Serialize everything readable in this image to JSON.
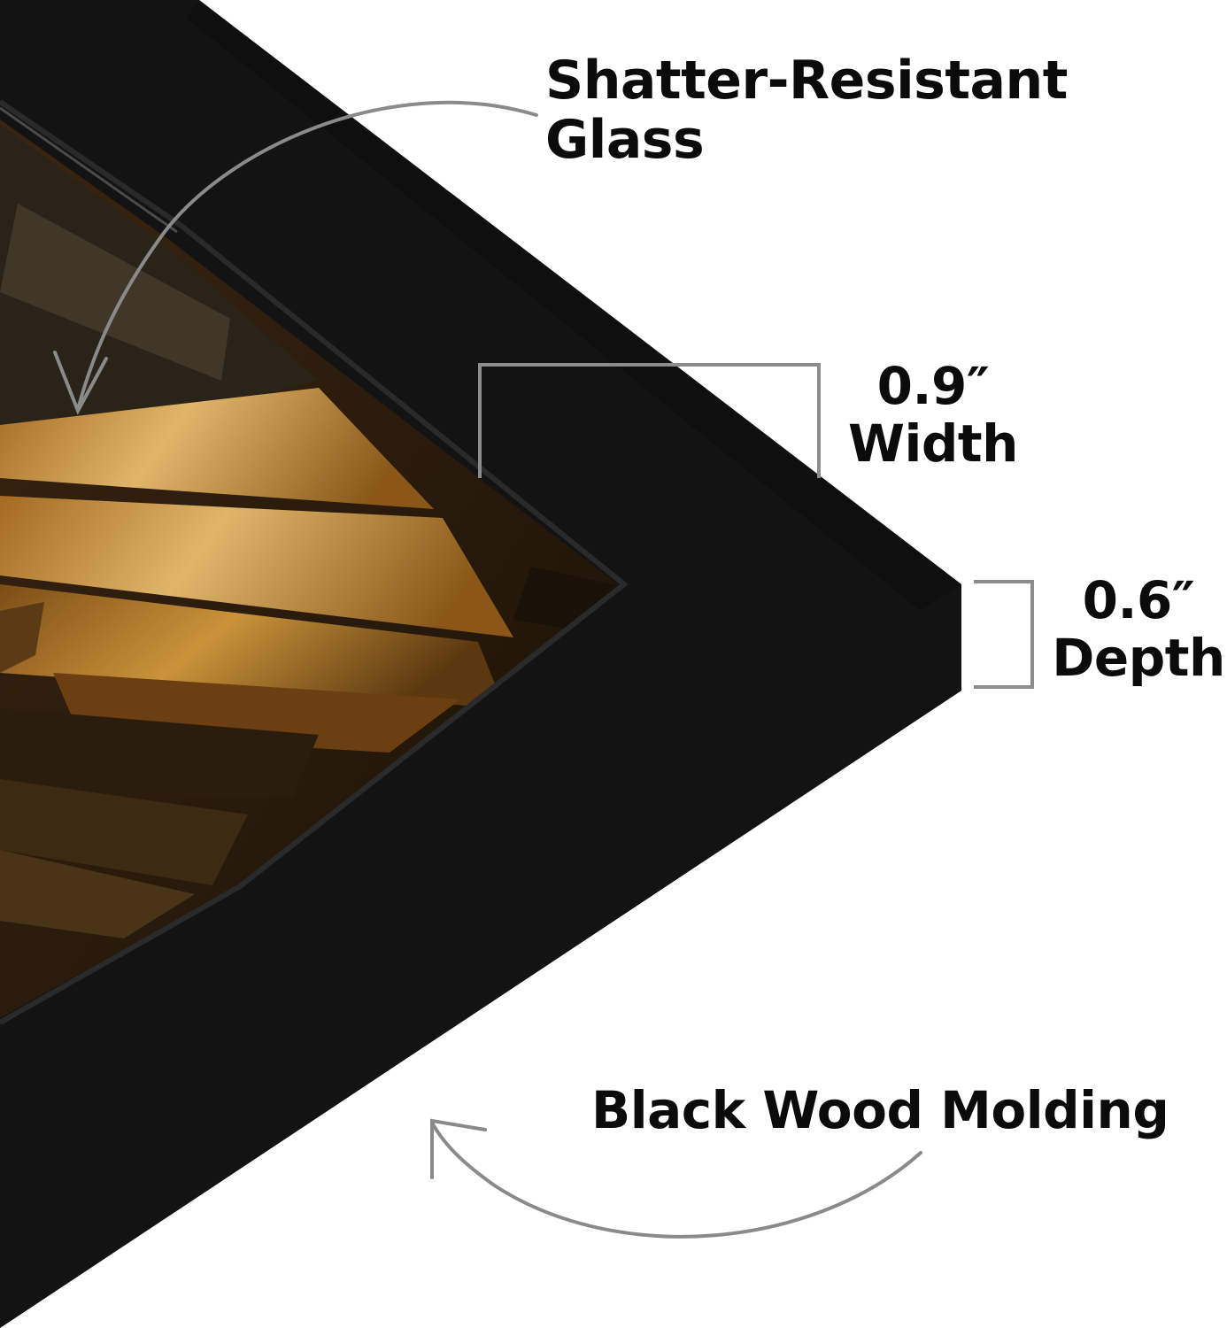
{
  "labels": {
    "glass": {
      "line1": "Shatter-Resistant",
      "line2": "Glass"
    },
    "width": {
      "value": "0.9″",
      "name": "Width"
    },
    "depth": {
      "value": "0.6″",
      "name": "Depth"
    },
    "molding": {
      "text": "Black Wood Molding"
    }
  },
  "colors": {
    "background": "#ffffff",
    "frame": "#121212",
    "frame_side": "#262626",
    "bracket": "#8c8c8c",
    "arrow": "#8a8a8a",
    "text": "#0b0b0b",
    "photo_gold": "#c9933a",
    "photo_dark": "#2a1a0c"
  }
}
